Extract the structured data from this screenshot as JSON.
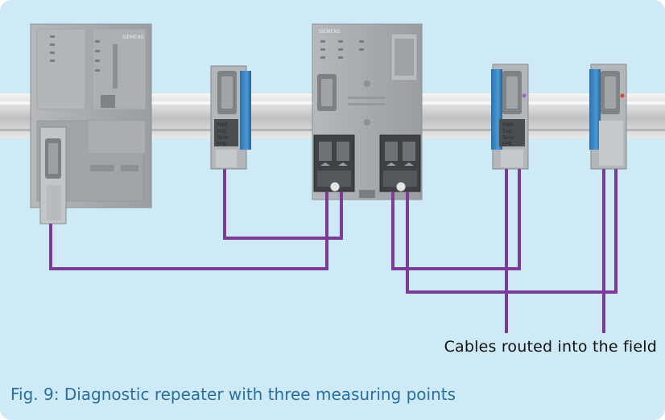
{
  "diagram": {
    "annotation": "Cables routed into the field",
    "caption": "Fig. 9: Diagnostic repeater with three measuring points",
    "brand_cpu": "SIEMENS",
    "brand_repeater": "SIEMENS",
    "connector_leds": [
      "PWR",
      "TxD",
      "Term",
      "EPN"
    ],
    "colors": {
      "background": "#cdeaf6",
      "cable": "#7b3b97",
      "caption": "#2a6fa1",
      "connector_blue": "#3a86c7",
      "module_gray": "#a9adb0"
    }
  }
}
